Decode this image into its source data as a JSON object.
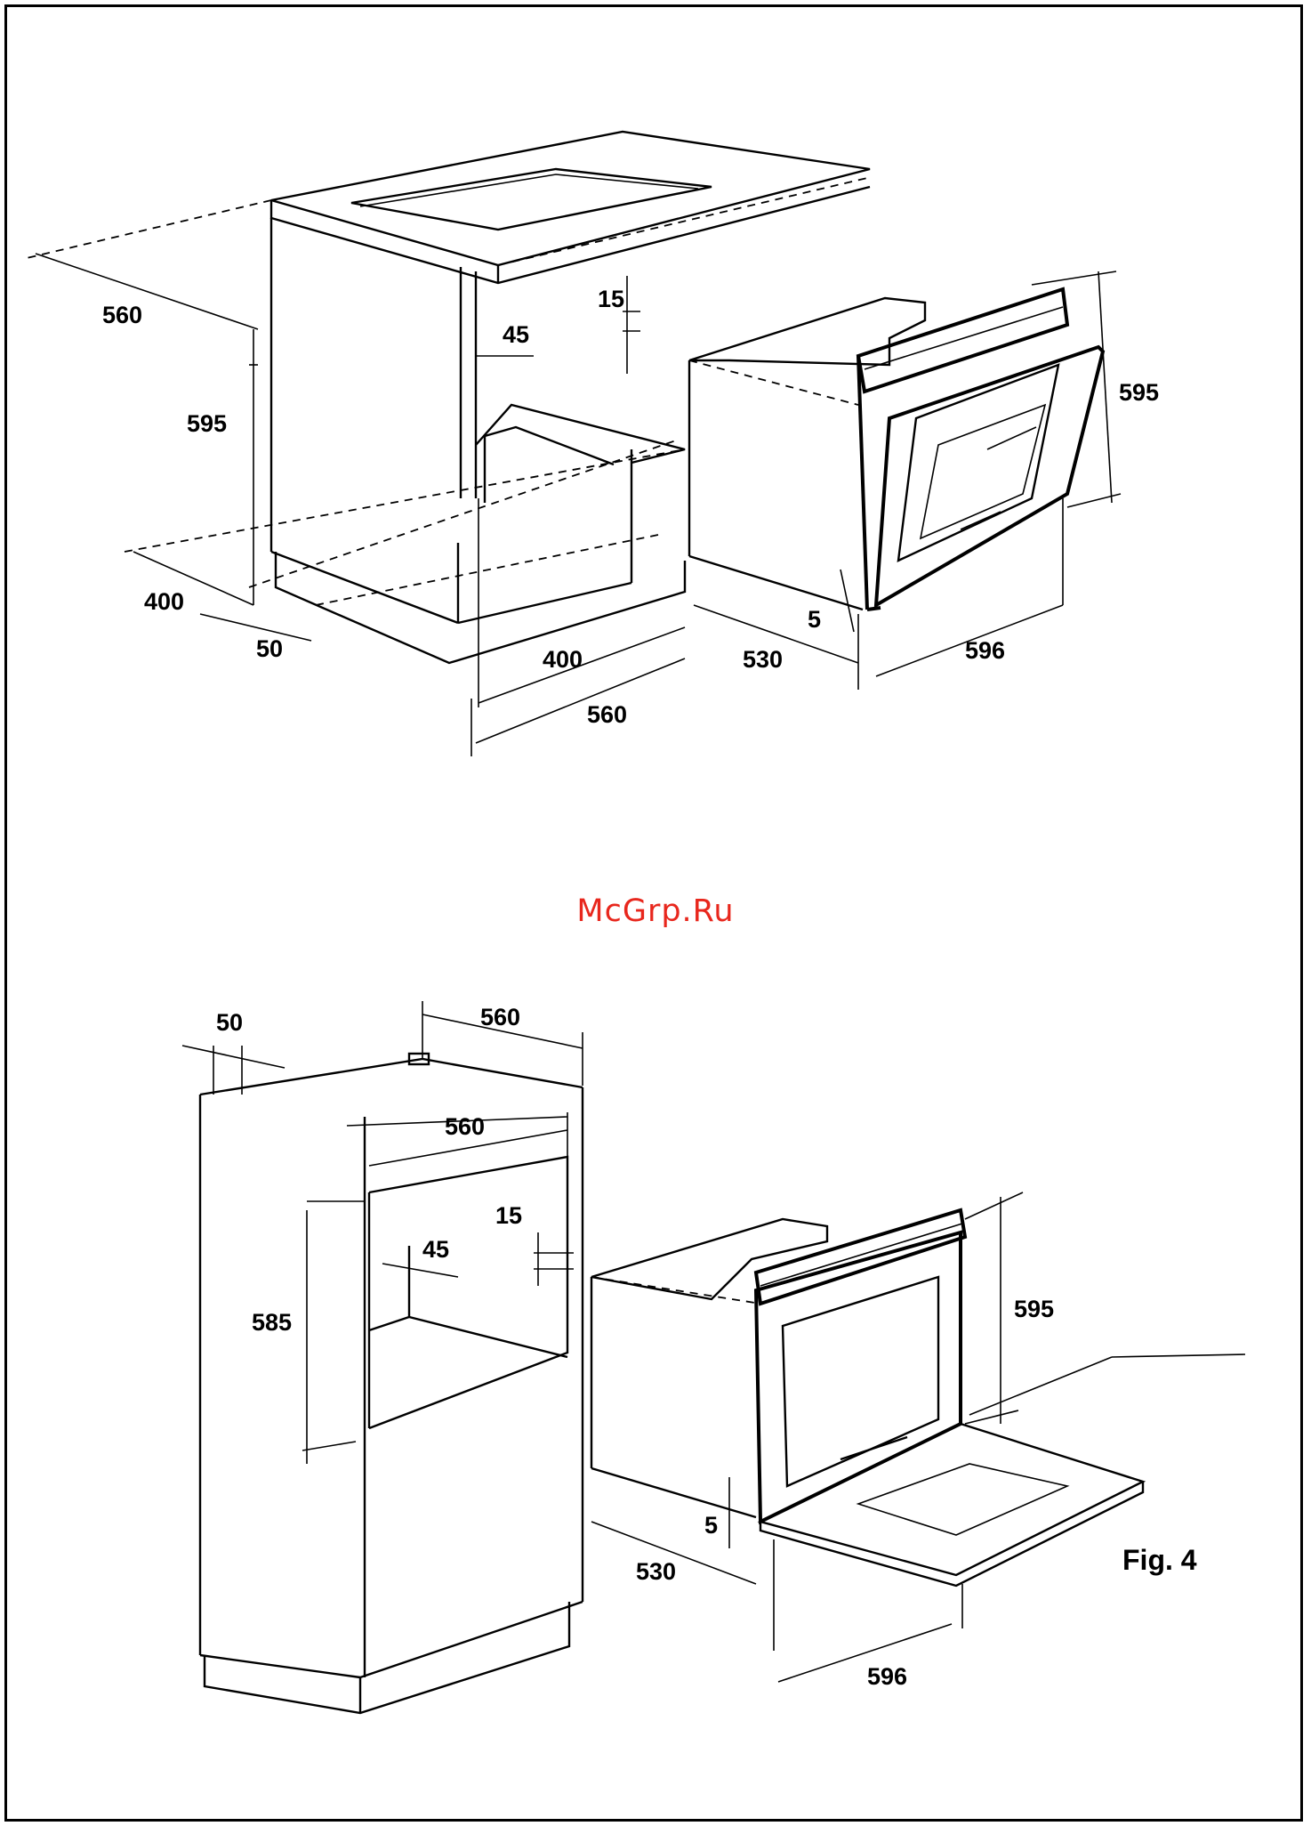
{
  "watermark": "McGrp.Ru",
  "figure_label": "Fig. 4",
  "top_diagram": {
    "dimensions": {
      "worktop_depth": "560",
      "cabinet_height": "595",
      "base_depth": "400",
      "plinth": "50",
      "gap_top": "15",
      "gap_side": "45",
      "opening_depth": "400",
      "opening_width": "560",
      "oven_height": "595",
      "oven_depth": "530",
      "oven_width": "596",
      "oven_offset": "5"
    }
  },
  "bottom_diagram": {
    "dimensions": {
      "plinth": "50",
      "column_width": "560",
      "opening_width": "560",
      "gap_top": "15",
      "gap_side": "45",
      "opening_height": "585",
      "oven_height": "595",
      "oven_offset": "5",
      "oven_depth": "530",
      "oven_width": "596"
    }
  }
}
